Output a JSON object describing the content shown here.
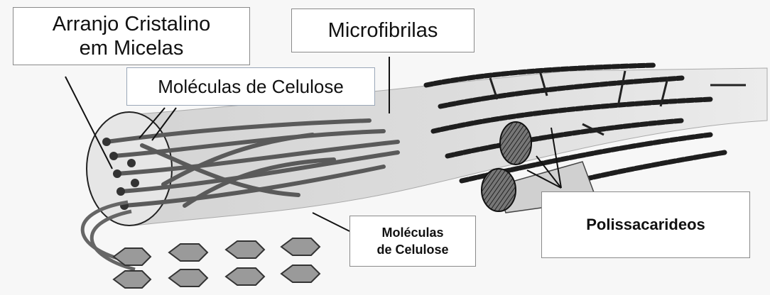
{
  "labels": {
    "arranjo_line1": "Arranjo Cristalino",
    "arranjo_line2": "em Micelas",
    "microfibrilas": "Microfibrilas",
    "moleculas_top": "Moléculas de Celulose",
    "moleculas_bottom_line1": "Moléculas",
    "moleculas_bottom_line2": "de Celulose",
    "polissacarideos": "Polissacarideos"
  },
  "colors": {
    "background": "#f7f7f7",
    "fiber_fill": "#d8d8d8",
    "strand": "#555555",
    "dark_strand": "#222222",
    "hexagon_fill": "#9a9a9a"
  }
}
